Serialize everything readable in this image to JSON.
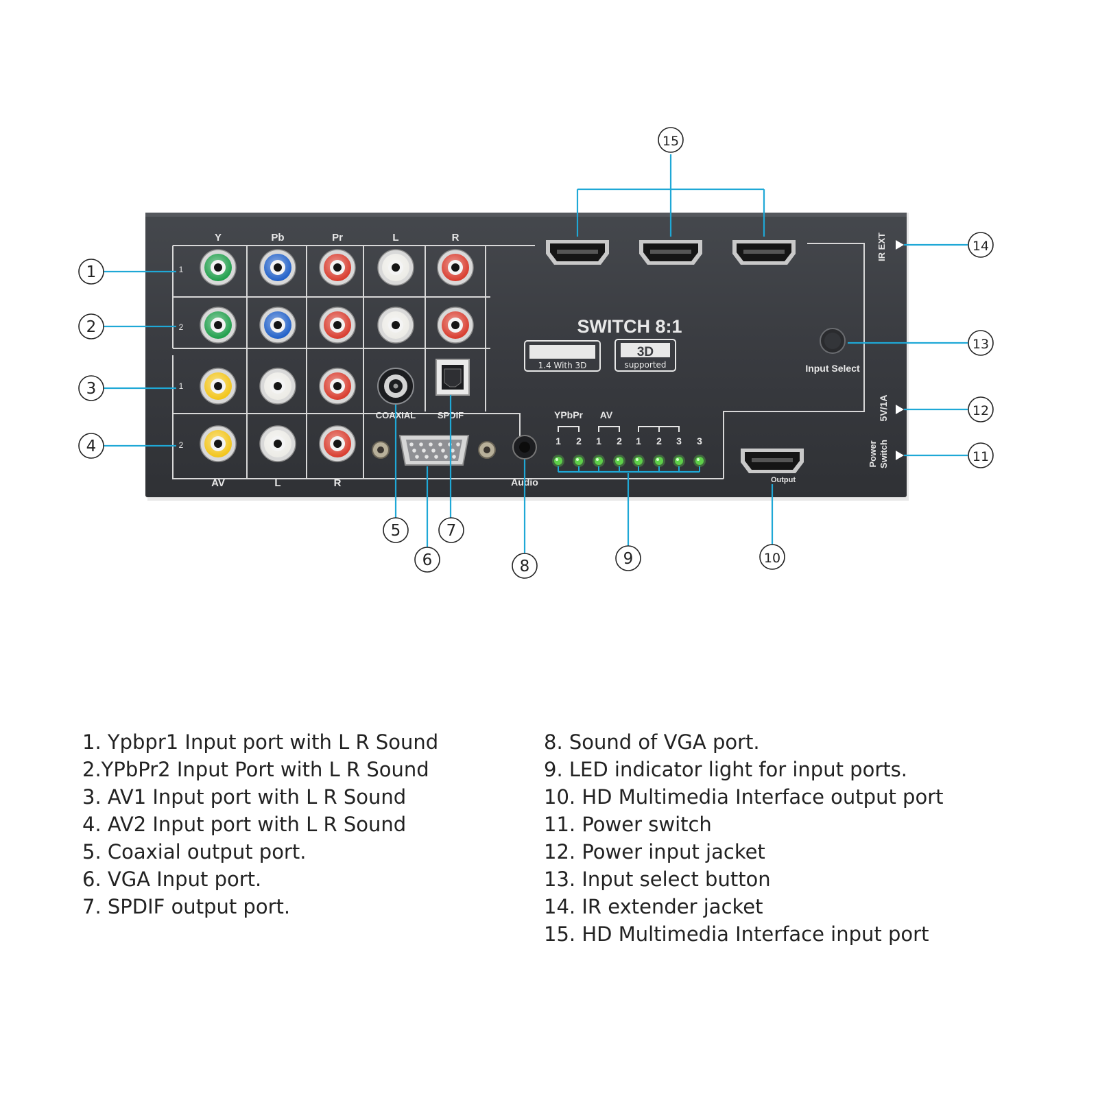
{
  "device": {
    "title": "SWITCH 8:1",
    "badge_hdmi": "1.4 With 3D",
    "badge_3d_main": "3D",
    "badge_3d_sub": "supported",
    "top_headers": [
      "Y",
      "Pb",
      "Pr",
      "L",
      "R"
    ],
    "row_numbers": [
      "1",
      "2",
      "1",
      "2"
    ],
    "bottom_labels": [
      "AV",
      "L",
      "R"
    ],
    "coaxial_label": "COAXIAL",
    "spdif_label": "SPDIF",
    "audio_label": "Audio",
    "output_label": "Output",
    "input_select_label": "Input Select",
    "ir_ext_label": "IR EXT",
    "power_input_label": "5V/1A",
    "power_switch_label_1": "Power",
    "power_switch_label_2": "Switch",
    "led_group_ypbpr": "YPbPr",
    "led_group_av": "AV",
    "led_numbers": [
      "1",
      "2",
      "1",
      "2",
      "1",
      "2",
      "3",
      "3"
    ]
  },
  "callouts": [
    "1",
    "2",
    "3",
    "4",
    "5",
    "6",
    "7",
    "8",
    "9",
    "10",
    "11",
    "12",
    "13",
    "14",
    "15"
  ],
  "legend": {
    "left": [
      "1. Ypbpr1 Input port with L R Sound",
      "2.YPbPr2 Input Port with L R Sound",
      "3. AV1 Input port with L R Sound",
      "4. AV2 Input port with L R Sound",
      "5. Coaxial output port.",
      "6. VGA Input port.",
      "7. SPDIF output port."
    ],
    "right": [
      "8. Sound of VGA port.",
      "9. LED indicator light for input ports.",
      "10. HD Multimedia Interface output port",
      "11. Power switch",
      "12. Power input jacket",
      "13. Input select button",
      "14. IR extender jacket",
      "15. HD Multimedia Interface input port"
    ]
  },
  "colors": {
    "panel": "#3a3c40",
    "callout_line": "#1fa8d6",
    "rca_green": "#1e9e4a",
    "rca_blue": "#1f5fc8",
    "rca_red": "#d83a2c",
    "rca_white": "#ecebe6",
    "rca_yellow": "#f2c417",
    "led_green": "#5ed04a"
  }
}
